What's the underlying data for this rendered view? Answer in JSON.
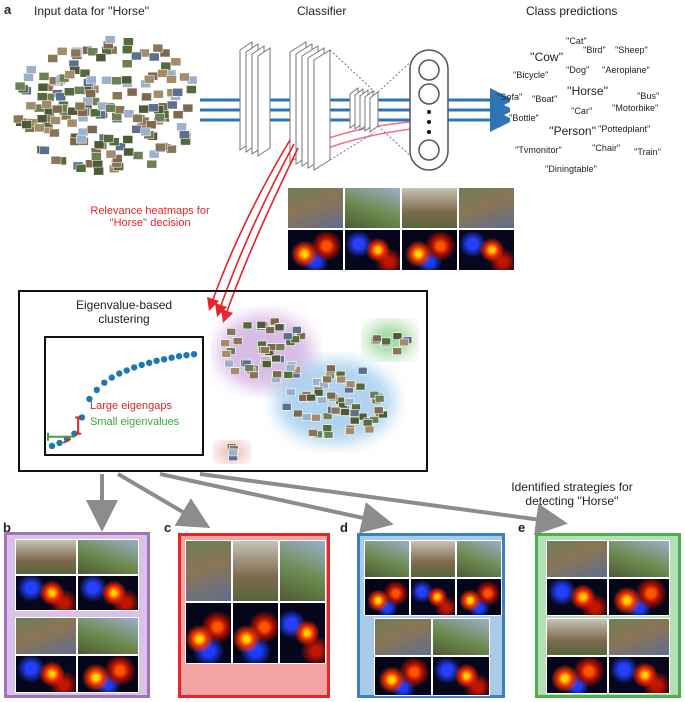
{
  "panel_letters": {
    "a": "a",
    "b": "b",
    "c": "c",
    "d": "d",
    "e": "e"
  },
  "headers": {
    "input": "Input data for ''Horse''",
    "classifier": "Classifier",
    "predictions": "Class predictions"
  },
  "class_predictions": [
    "''Cat''",
    "''Cow''",
    "''Bird''",
    "''Sheep''",
    "''Bicycle''",
    "''Dog''",
    "''Aeroplane''",
    "''Horse''",
    "''Sofa''",
    "''Boat''",
    "''Bus''",
    "''Car''",
    "''Motorbike''",
    "''Bottle''",
    "''Person''",
    "''Pottedplant''",
    "''Tvmonitor''",
    "''Chair''",
    "''Train''",
    "''Diningtable''"
  ],
  "relevance_label": {
    "line1": "Relevance heatmaps for",
    "line2": "''Horse'' decision"
  },
  "clustering": {
    "title_line1": "Eigenvalue-based",
    "title_line2": "clustering"
  },
  "eigen_legend": {
    "large": "Large eigengaps",
    "small": "Small eigenvalues"
  },
  "strategies_label": {
    "line1": "Identified strategies for",
    "line2": "detecting ''Horse''"
  },
  "colors": {
    "arrow_blue": "#2e75b6",
    "arrow_pink": "#e8738a",
    "relevance_red": "#e5252a",
    "gap_red": "#d62728",
    "small_green": "#3aa63a",
    "dot_blue": "#1f77b4",
    "grey_arrow": "#8c8c8c",
    "cluster_purple": "#c9a0dc",
    "cluster_blue": "#8fc3ea",
    "cluster_green": "#7cc97c",
    "cluster_red": "#e89494",
    "panel_b": "#a173b8",
    "panel_c": "#e5252a",
    "panel_d": "#3b7fc4",
    "panel_e": "#4caf50"
  },
  "eigen_curve": [
    0.02,
    0.05,
    0.09,
    0.14,
    0.3,
    0.48,
    0.57,
    0.64,
    0.69,
    0.73,
    0.76,
    0.79,
    0.815,
    0.835,
    0.855,
    0.87,
    0.885,
    0.9,
    0.91,
    0.92
  ]
}
